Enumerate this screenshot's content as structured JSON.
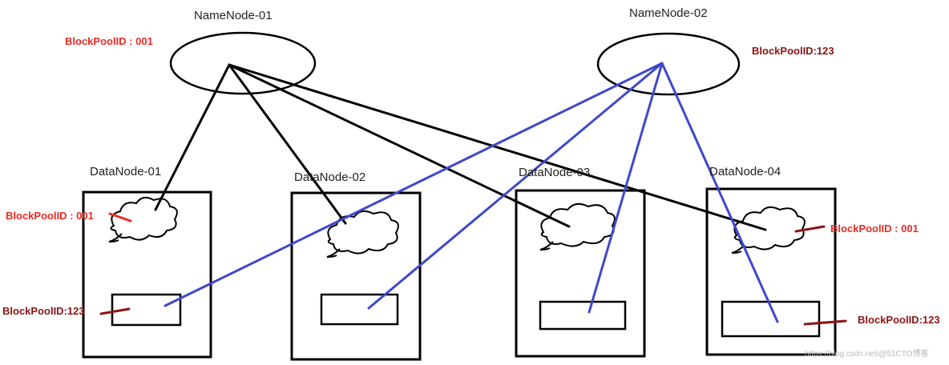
{
  "diagram": {
    "namenodes": [
      {
        "title": "NameNode-01",
        "block_pool": "BlockPoolID : 001"
      },
      {
        "title": "NameNode-02",
        "block_pool": "BlockPoolID:123"
      }
    ],
    "datanodes": [
      {
        "title": "DataNode-01",
        "pool_labels": [
          "BlockPoolID : 001",
          "BlockPoolID:123"
        ]
      },
      {
        "title": "DataNode-02"
      },
      {
        "title": "DataNode-03"
      },
      {
        "title": "DataNode-04",
        "pool_labels": [
          "BlockPoolID : 001",
          "BlockPoolID:123"
        ]
      }
    ],
    "colors": {
      "namenode01_links": "#000000",
      "namenode02_links": "#3f48cc",
      "pool_001_label": "#ee2a24",
      "pool_123_label": "#8b1414"
    },
    "watermark": "https://blog.csdn.net/@51CTO博客"
  }
}
